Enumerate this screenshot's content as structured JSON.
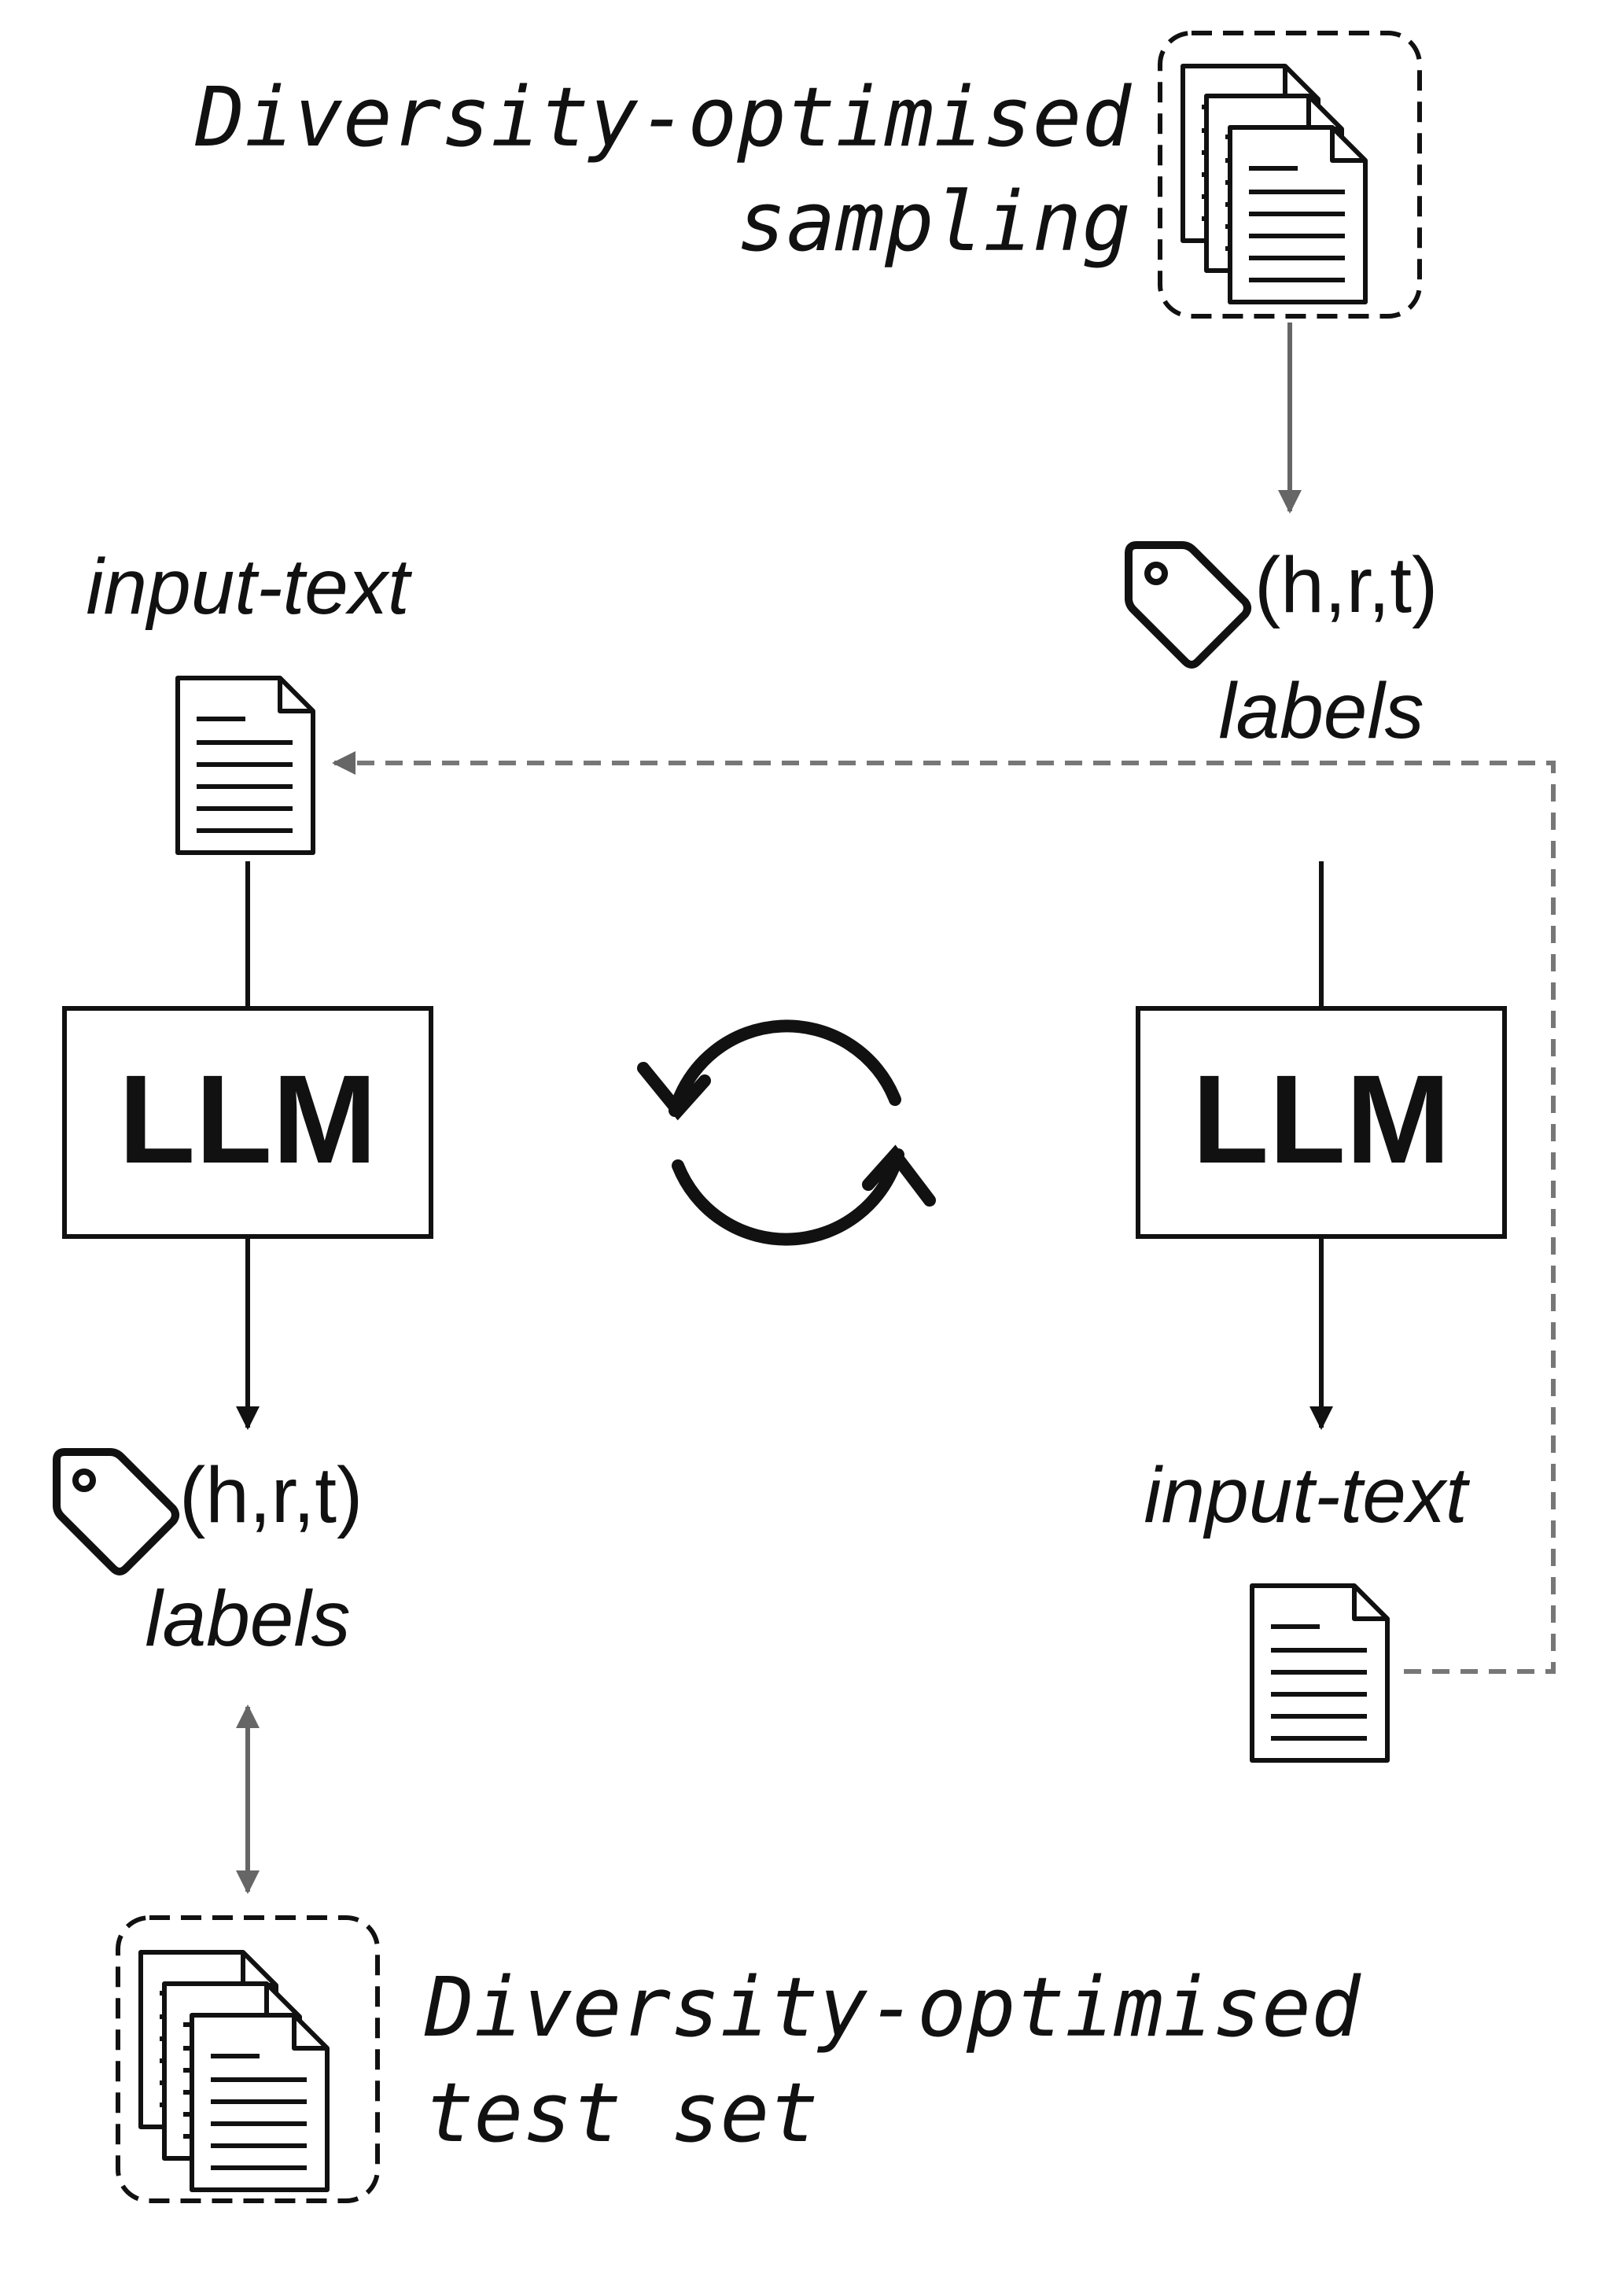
{
  "top_block": {
    "caption_line1": "Diversity-optimised",
    "caption_line2": "sampling"
  },
  "top_right_tag": {
    "triple": "(h,r,t)",
    "caption": "labels"
  },
  "left_column": {
    "input_caption": "input-text",
    "model_label": "LLM",
    "output_triple": "(h,r,t)",
    "output_caption": "labels"
  },
  "right_column": {
    "model_label": "LLM",
    "output_caption": "input-text"
  },
  "bottom_block": {
    "caption_line1": "Diversity-optimised",
    "caption_line2": "test set"
  },
  "colors": {
    "ink": "#111111",
    "arrow_gray": "#666666",
    "dashed_gray": "#777777",
    "background": "#ffffff"
  }
}
